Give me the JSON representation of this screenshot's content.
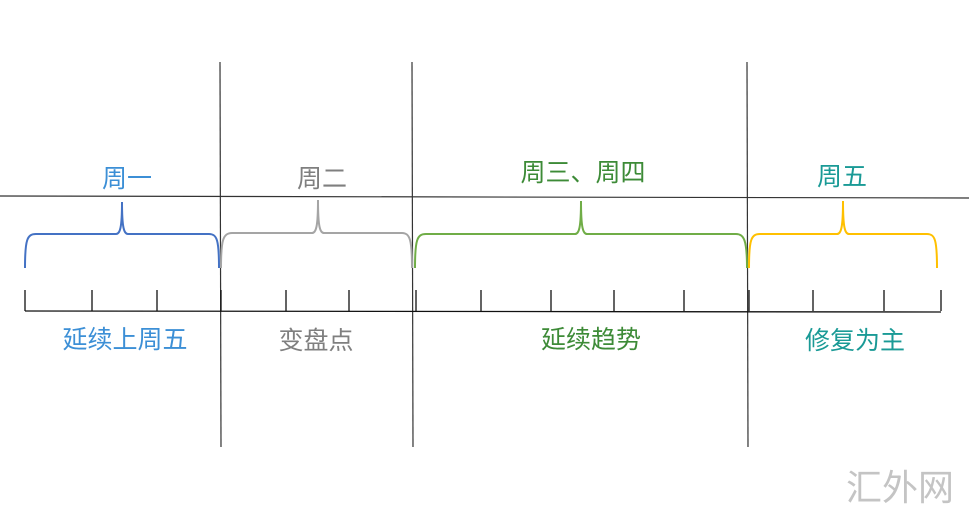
{
  "periods": [
    {
      "day": "周一",
      "phase": "延续上周五",
      "brace_color": "#4472C4",
      "day_color": "#3C8FD6",
      "phase_color": "#3C8FD6"
    },
    {
      "day": "周二",
      "phase": "变盘点",
      "brace_color": "#A5A5A5",
      "day_color": "#7F7F7F",
      "phase_color": "#7F7F7F"
    },
    {
      "day": "周三、周四",
      "phase": "延续趋势",
      "brace_color": "#70AD47",
      "day_color": "#3D8B37",
      "phase_color": "#3D8B37"
    },
    {
      "day": "周五",
      "phase": "修复为主",
      "brace_color": "#FFC000",
      "day_color": "#1A9A96",
      "phase_color": "#1A9A96"
    }
  ],
  "watermark": "汇外网"
}
